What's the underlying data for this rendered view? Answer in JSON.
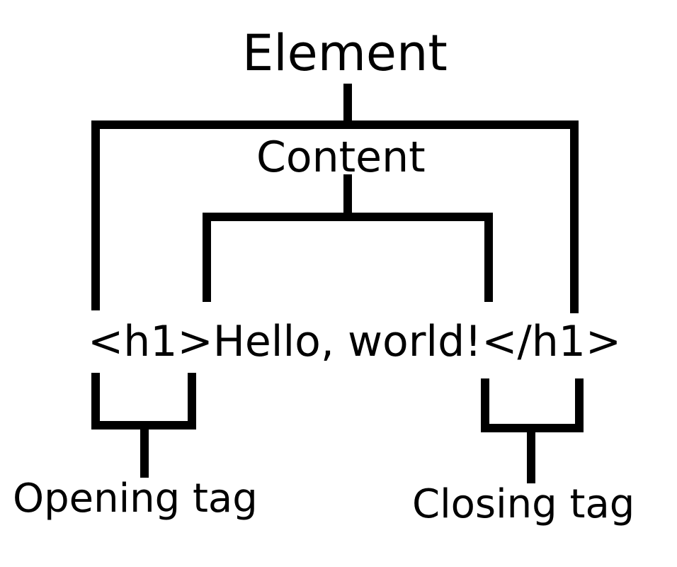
{
  "labels": {
    "element": "Element",
    "content": "Content",
    "code": "<h1>Hello, world!</h1>",
    "opening_tag": "Opening tag",
    "closing_tag": "Closing tag"
  },
  "colors": {
    "ink": "#000000",
    "background": "#ffffff"
  }
}
